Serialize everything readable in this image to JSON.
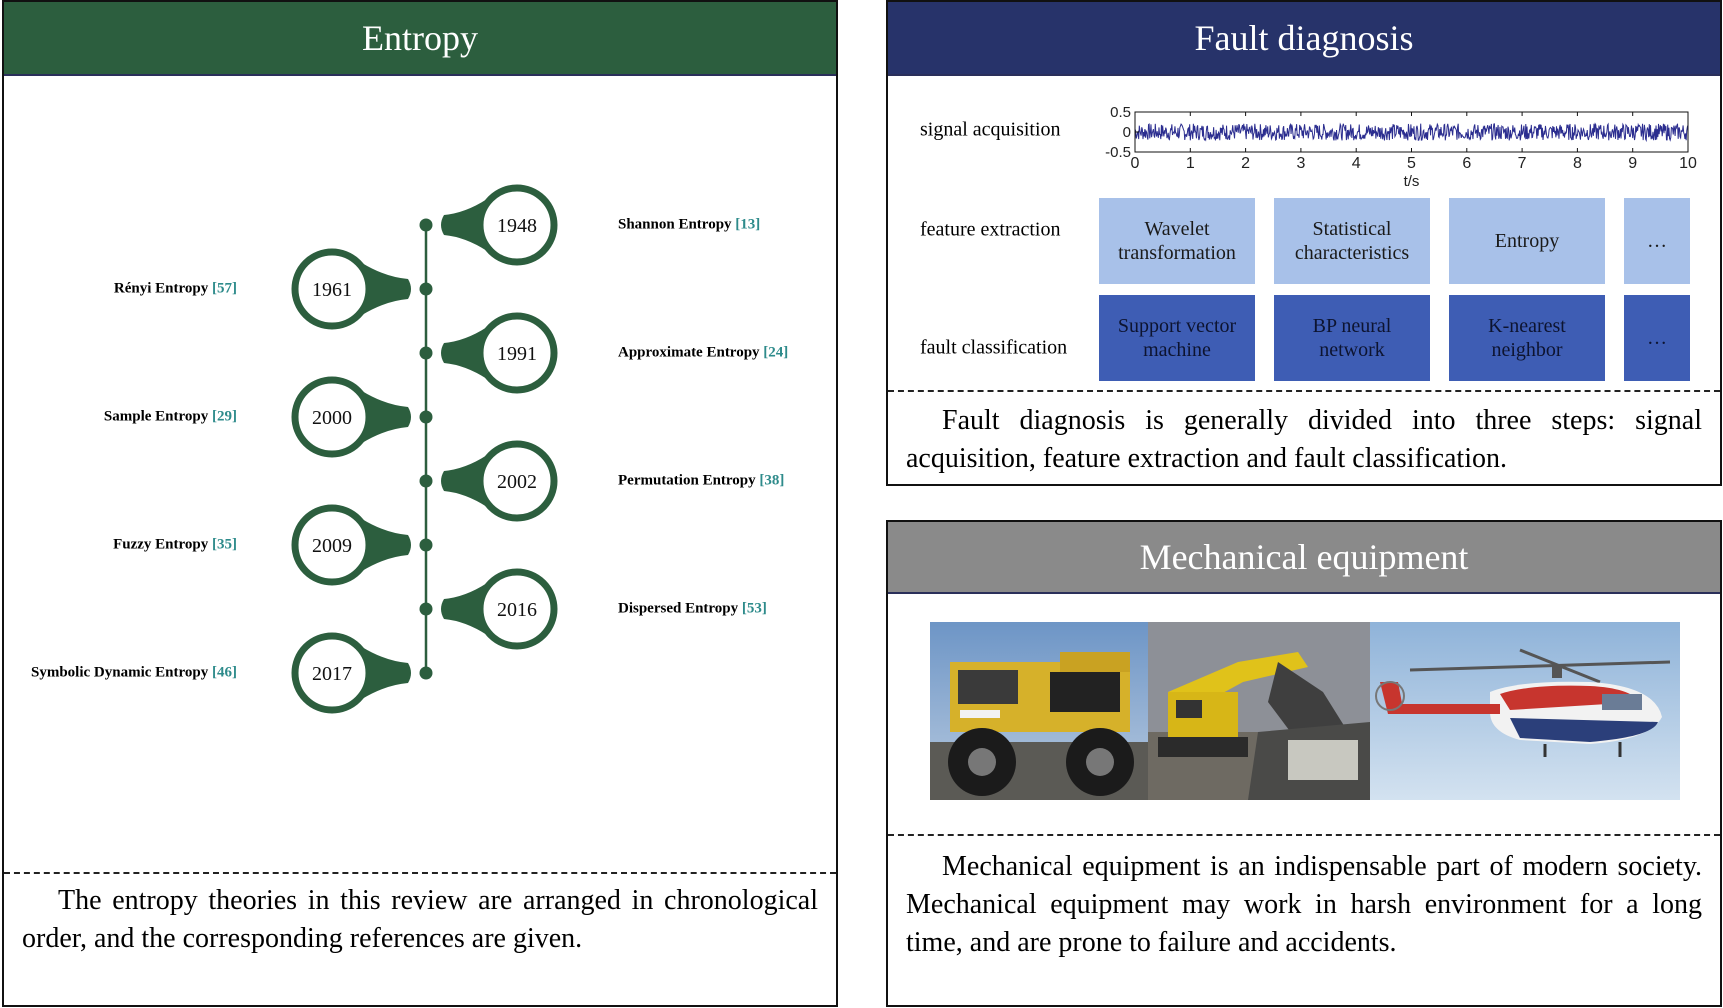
{
  "entropy_panel": {
    "title": "Entropy",
    "header_color": "#2c5e3e",
    "accent_color": "#2c5e3e",
    "caption": "The entropy theories in this review are arranged in chronological order, and the corresponding references are given.",
    "timeline": [
      {
        "year": "1948",
        "name": "Shannon Entropy",
        "ref": "[13]",
        "side": "right"
      },
      {
        "year": "1961",
        "name": "Rényi Entropy",
        "ref": "[57]",
        "side": "left"
      },
      {
        "year": "1991",
        "name": "Approximate Entropy",
        "ref": "[24]",
        "side": "right"
      },
      {
        "year": "2000",
        "name": "Sample Entropy",
        "ref": "[29]",
        "side": "left"
      },
      {
        "year": "2002",
        "name": "Permutation Entropy",
        "ref": "[38]",
        "side": "right"
      },
      {
        "year": "2009",
        "name": "Fuzzy Entropy",
        "ref": "[35]",
        "side": "left"
      },
      {
        "year": "2016",
        "name": "Dispersed Entropy",
        "ref": "[53]",
        "side": "right"
      },
      {
        "year": "2017",
        "name": "Symbolic Dynamic Entropy",
        "ref": "[46]",
        "side": "left"
      }
    ]
  },
  "fault_panel": {
    "title": "Fault diagnosis",
    "header_color": "#27336a",
    "rows": {
      "signal": "signal acquisition",
      "feature": "feature extraction",
      "classification": "fault classification"
    },
    "signal_plot": {
      "xlabel": "t/s",
      "x_ticks": [
        "0",
        "1",
        "2",
        "3",
        "4",
        "5",
        "6",
        "7",
        "8",
        "9",
        "10"
      ],
      "y_ticks": [
        "0.5",
        "0",
        "-0.5"
      ],
      "xlim": [
        0,
        10
      ],
      "ylim": [
        -0.5,
        0.5
      ],
      "signal_color": "#2b2d8f"
    },
    "feature_boxes": [
      "Wavelet transformation",
      "Statistical characteristics",
      "Entropy",
      "…"
    ],
    "classification_boxes": [
      "Support vector machine",
      "BP neural network",
      "K-nearest neighbor",
      "…"
    ],
    "caption": "Fault diagnosis is generally divided into three steps: signal acquisition, feature extraction and fault classification."
  },
  "mech_panel": {
    "title": "Mechanical equipment",
    "header_color": "#8a8a8a",
    "caption": "Mechanical equipment is an indispensable part of modern society. Mechanical equipment may work in harsh environment for a long time, and are prone to failure and accidents."
  }
}
